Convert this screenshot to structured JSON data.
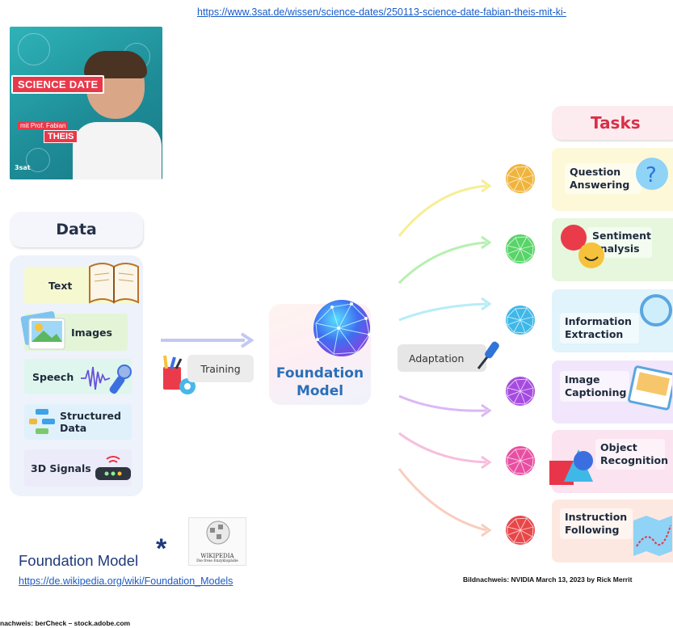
{
  "top_link": "https://www.3sat.de/wissen/science-dates/250113-science-date-fabian-theis-mit-ki-",
  "podcast": {
    "badge": "SCIENCE DATE",
    "host_prefix": "mit Prof. Fabian",
    "host_name": "THEIS",
    "channel": "3sat"
  },
  "diagram": {
    "data_title": "Data",
    "data_items": [
      "Text",
      "Images",
      "Speech",
      "Structured\nData",
      "3D Signals"
    ],
    "training_label": "Training",
    "center_label": "Foundation\nModel",
    "adaptation_label": "Adaptation",
    "tasks_title": "Tasks",
    "tasks": [
      {
        "label": "Question\nAnswering",
        "color": "#fdf8d8",
        "sphere": "#f0b43c"
      },
      {
        "label": "Sentiment\nAnalysis",
        "color": "#e6f7dd",
        "sphere": "#58d468"
      },
      {
        "label": "Information\nExtraction",
        "color": "#e1f3fb",
        "sphere": "#3fb8e8"
      },
      {
        "label": "Image\nCaptioning",
        "color": "#f1e6fb",
        "sphere": "#a64be0"
      },
      {
        "label": "Object\nRecognition",
        "color": "#fbe3ef",
        "sphere": "#e84fa2"
      },
      {
        "label": "Instruction\nFollowing",
        "color": "#fde8e1",
        "sphere": "#e8474a"
      }
    ]
  },
  "wiki": {
    "title": "Foundation Model",
    "asterisk": "*",
    "link": "https://de.wikipedia.org/wiki/Foundation_Models",
    "logo_text": "WIKIPEDIA",
    "logo_sub": "Die freie Enzyklopädie"
  },
  "credit_nvidia": "Bildnachweis: NVIDIA March 13, 2023 by Rick Merrit",
  "credit_adobe": "nachweis: berCheck – stock.adobe.com"
}
